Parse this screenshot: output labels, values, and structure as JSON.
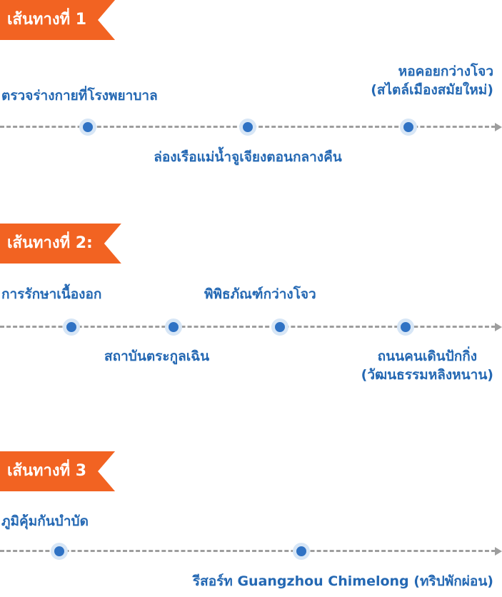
{
  "routes": [
    {
      "tag": "เส้นทางที่ 1",
      "stops": {
        "a": "ตรวจร่างกายที่โรงพยาบาล",
        "b": "ล่องเรือแม่น้ำจูเจียงตอนกลางคืน",
        "c_line1": "หอคอยกว่างโจว",
        "c_line2": "(สไตล์เมืองสมัยใหม่)"
      }
    },
    {
      "tag": "เส้นทางที่ 2:",
      "stops": {
        "a": "การรักษาเนื้องอก",
        "b": "สถาบันตระกูลเฉิน",
        "c": "พิพิธภัณฑ์กว่างโจว",
        "d_line1": "ถนนคนเดินปักกิ่ง",
        "d_line2": "(วัฒนธรรมหลิงหนาน)"
      }
    },
    {
      "tag": "เส้นทางที่ 3",
      "stops": {
        "a": "ภูมิคุ้มกันบำบัด",
        "b": "รีสอร์ท Guangzhou Chimelong (ทริปพักผ่อน)"
      }
    }
  ],
  "colors": {
    "tag_bg": "#f26322",
    "tag_text": "#ffffff",
    "label_text": "#2468b3",
    "dot_fill": "#2f72c4",
    "dot_ring": "#d7e6f6",
    "line": "#9e9e9e"
  }
}
